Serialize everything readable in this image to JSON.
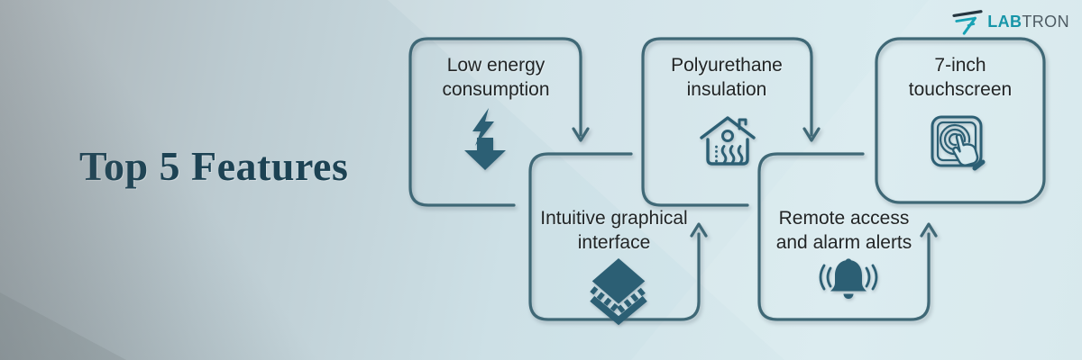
{
  "header": {
    "title": "Top 5 Features"
  },
  "brand": {
    "name": "LABTRON",
    "lab": "LAB",
    "tron": "TRON"
  },
  "features": [
    {
      "title": "Low energy consumption",
      "lines": [
        "Low energy",
        "consumption"
      ],
      "icon": "energy-down-icon"
    },
    {
      "title": "Intuitive graphical interface",
      "lines": [
        "Intuitive graphical",
        "interface"
      ],
      "icon": "layers-icon"
    },
    {
      "title": "Polyurethane insulation",
      "lines": [
        "Polyurethane",
        "insulation"
      ],
      "icon": "insulated-house-icon"
    },
    {
      "title": "Remote access and alarm alerts",
      "lines": [
        "Remote access",
        "and alarm alerts"
      ],
      "icon": "alarm-bell-icon"
    },
    {
      "title": "7-inch touchscreen",
      "lines": [
        "7-inch",
        "touchscreen"
      ],
      "icon": "touchscreen-icon"
    }
  ],
  "colors": {
    "card_outline": "#3f6876",
    "icon": "#2c5f74",
    "title_text": "#1c4253",
    "label_text": "#212526",
    "brand_teal": "#1695a8",
    "brand_gray": "#4e5b63"
  }
}
